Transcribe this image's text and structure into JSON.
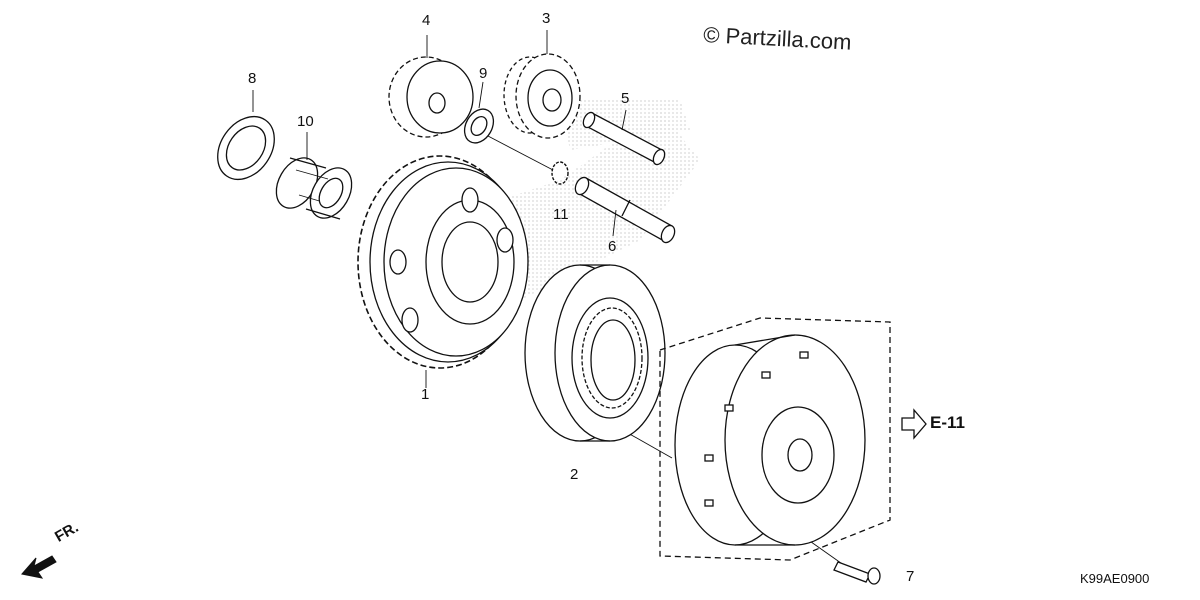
{
  "watermark": "© Partzilla.com",
  "diagram_code": "K99AE0900",
  "section_ref": "E-11",
  "front_indicator": "FR.",
  "callouts": [
    "1",
    "2",
    "3",
    "4",
    "5",
    "6",
    "7",
    "8",
    "9",
    "10",
    "11"
  ]
}
